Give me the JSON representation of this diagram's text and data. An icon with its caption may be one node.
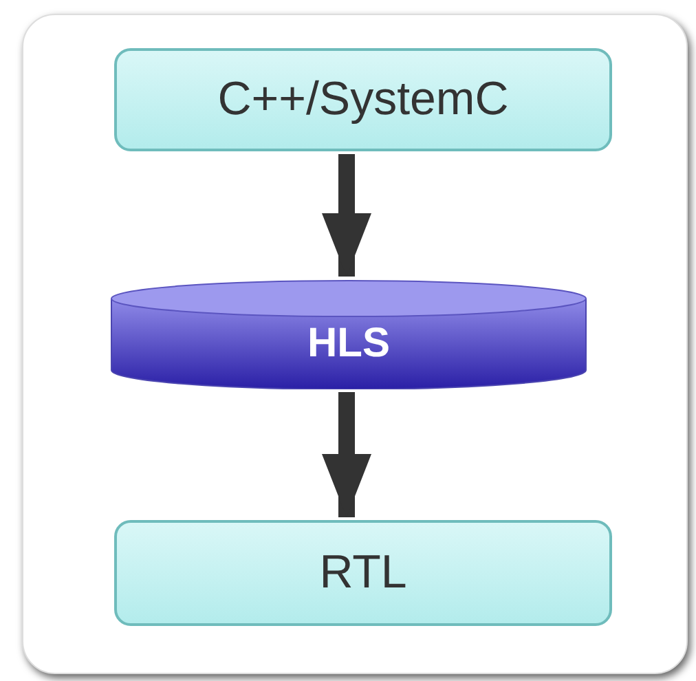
{
  "diagram": {
    "nodes": [
      {
        "text": [
          "C++/SystemC"
        ]
      },
      {
        "text": [
          "HLS"
        ]
      },
      {
        "text": [
          "RTL"
        ]
      }
    ],
    "edges": [
      {
        "from": 0,
        "to": 1,
        "arrow": "to"
      },
      {
        "from": 1,
        "to": 2,
        "arrow": "to"
      }
    ]
  }
}
